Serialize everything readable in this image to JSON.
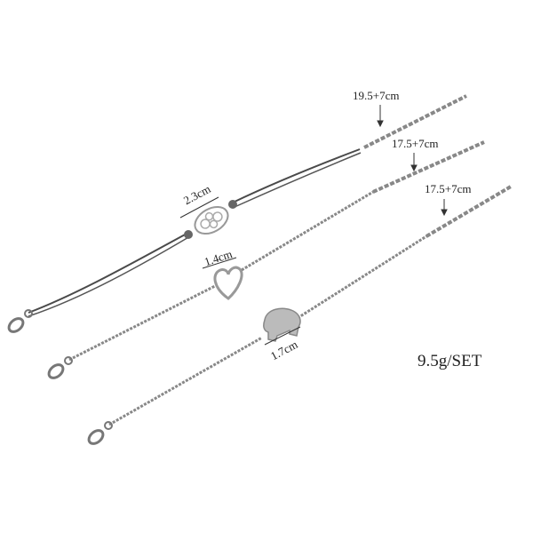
{
  "bracelets": [
    {
      "name": "filigree-cord-bracelet",
      "length_label": "19.5+7cm",
      "charm_label": "2.3cm"
    },
    {
      "name": "heart-chain-bracelet",
      "length_label": "17.5+7cm",
      "charm_label": "1.4cm"
    },
    {
      "name": "elephant-chain-bracelet",
      "length_label": "17.5+7cm",
      "charm_label": "1.7cm"
    }
  ],
  "weight_label": "9.5g/SET",
  "colors": {
    "cord": "#4a4a4a",
    "chain": "#8a8a8a",
    "text": "#222222"
  }
}
